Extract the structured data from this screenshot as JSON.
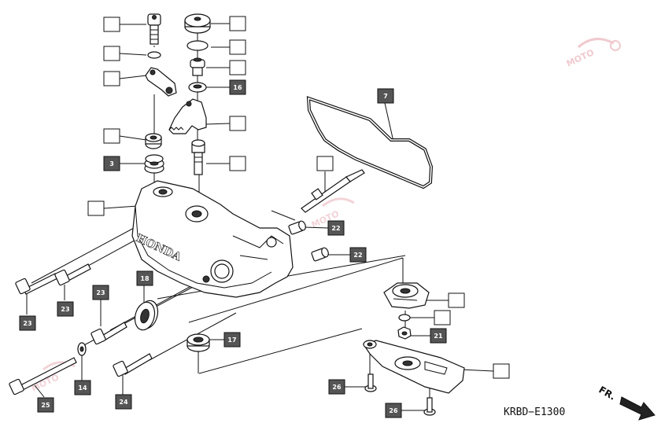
{
  "diagram": {
    "code": "KRBD−E1300",
    "direction": "FR.",
    "brand": "HONDA",
    "watermark": "MOTO",
    "labels": [
      {
        "id": "l-a1",
        "text": ""
      },
      {
        "id": "l-a2",
        "text": ""
      },
      {
        "id": "l-a3",
        "text": ""
      },
      {
        "id": "l-a4",
        "text": ""
      },
      {
        "id": "l-3",
        "text": "3"
      },
      {
        "id": "l-a5",
        "text": ""
      },
      {
        "id": "l-a6",
        "text": ""
      },
      {
        "id": "l-a7",
        "text": ""
      },
      {
        "id": "l-a8",
        "text": ""
      },
      {
        "id": "l-16",
        "text": "16"
      },
      {
        "id": "l-a9",
        "text": ""
      },
      {
        "id": "l-a10",
        "text": ""
      },
      {
        "id": "l-a11",
        "text": ""
      },
      {
        "id": "l-7",
        "text": "7"
      },
      {
        "id": "l-a12",
        "text": ""
      },
      {
        "id": "l-22a",
        "text": "22"
      },
      {
        "id": "l-22b",
        "text": "22"
      },
      {
        "id": "l-18",
        "text": "18"
      },
      {
        "id": "l-23a",
        "text": "23"
      },
      {
        "id": "l-23b",
        "text": "23"
      },
      {
        "id": "l-23c",
        "text": "23"
      },
      {
        "id": "l-17",
        "text": "17"
      },
      {
        "id": "l-14",
        "text": "14"
      },
      {
        "id": "l-24",
        "text": "24"
      },
      {
        "id": "l-25",
        "text": "25"
      },
      {
        "id": "l-a13",
        "text": ""
      },
      {
        "id": "l-a14",
        "text": ""
      },
      {
        "id": "l-21",
        "text": "21"
      },
      {
        "id": "l-a15",
        "text": ""
      },
      {
        "id": "l-26a",
        "text": "26"
      },
      {
        "id": "l-26b",
        "text": "26"
      }
    ]
  }
}
